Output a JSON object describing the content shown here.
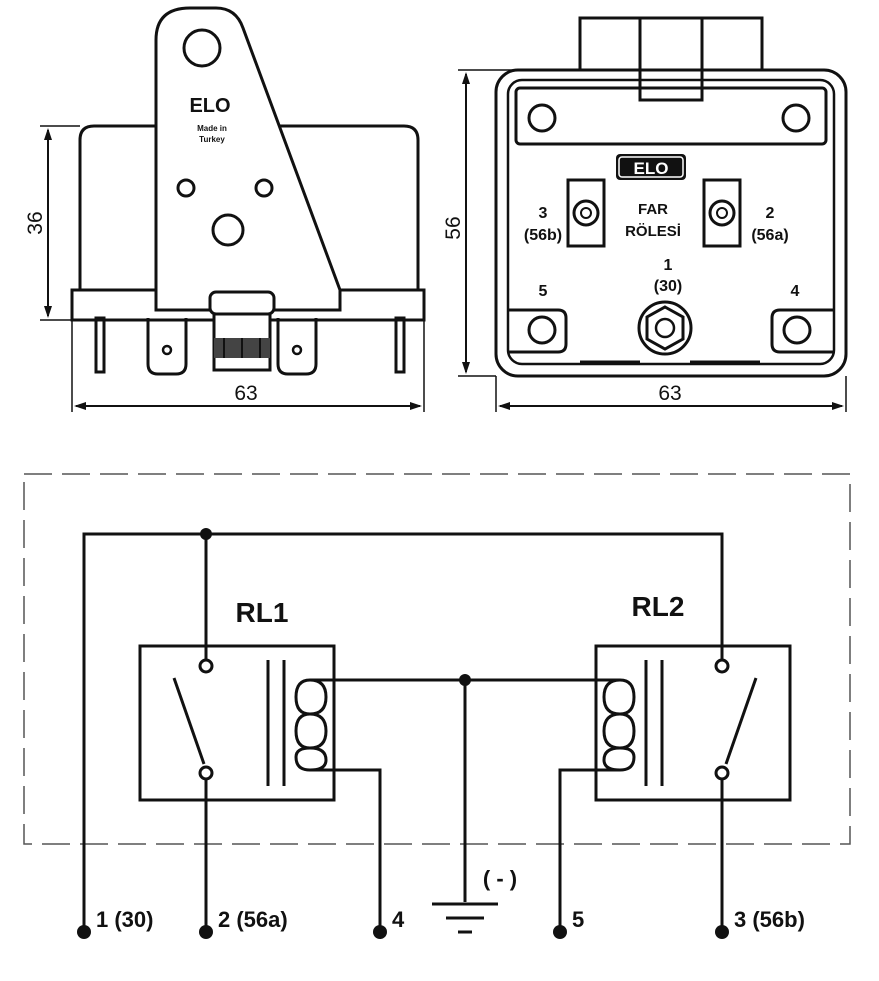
{
  "side_view": {
    "brand": "ELO",
    "made_in_line1": "Made in",
    "made_in_line2": "Turkey",
    "height_dim": "36",
    "width_dim": "63"
  },
  "front_view": {
    "brand": "ELO",
    "title_line1": "FAR",
    "title_line2": "RÖLESİ",
    "term3_num": "3",
    "term3_code": "(56b)",
    "term2_num": "2",
    "term2_code": "(56a)",
    "term1_num": "1",
    "term1_code": "(30)",
    "term5": "5",
    "term4": "4",
    "height_dim": "56",
    "width_dim": "63"
  },
  "schematic": {
    "relay1": "RL1",
    "relay2": "RL2",
    "ground": "( - )",
    "t1": "1 (30)",
    "t2": "2 (56a)",
    "t4": "4",
    "t5": "5",
    "t3": "3 (56b)"
  }
}
